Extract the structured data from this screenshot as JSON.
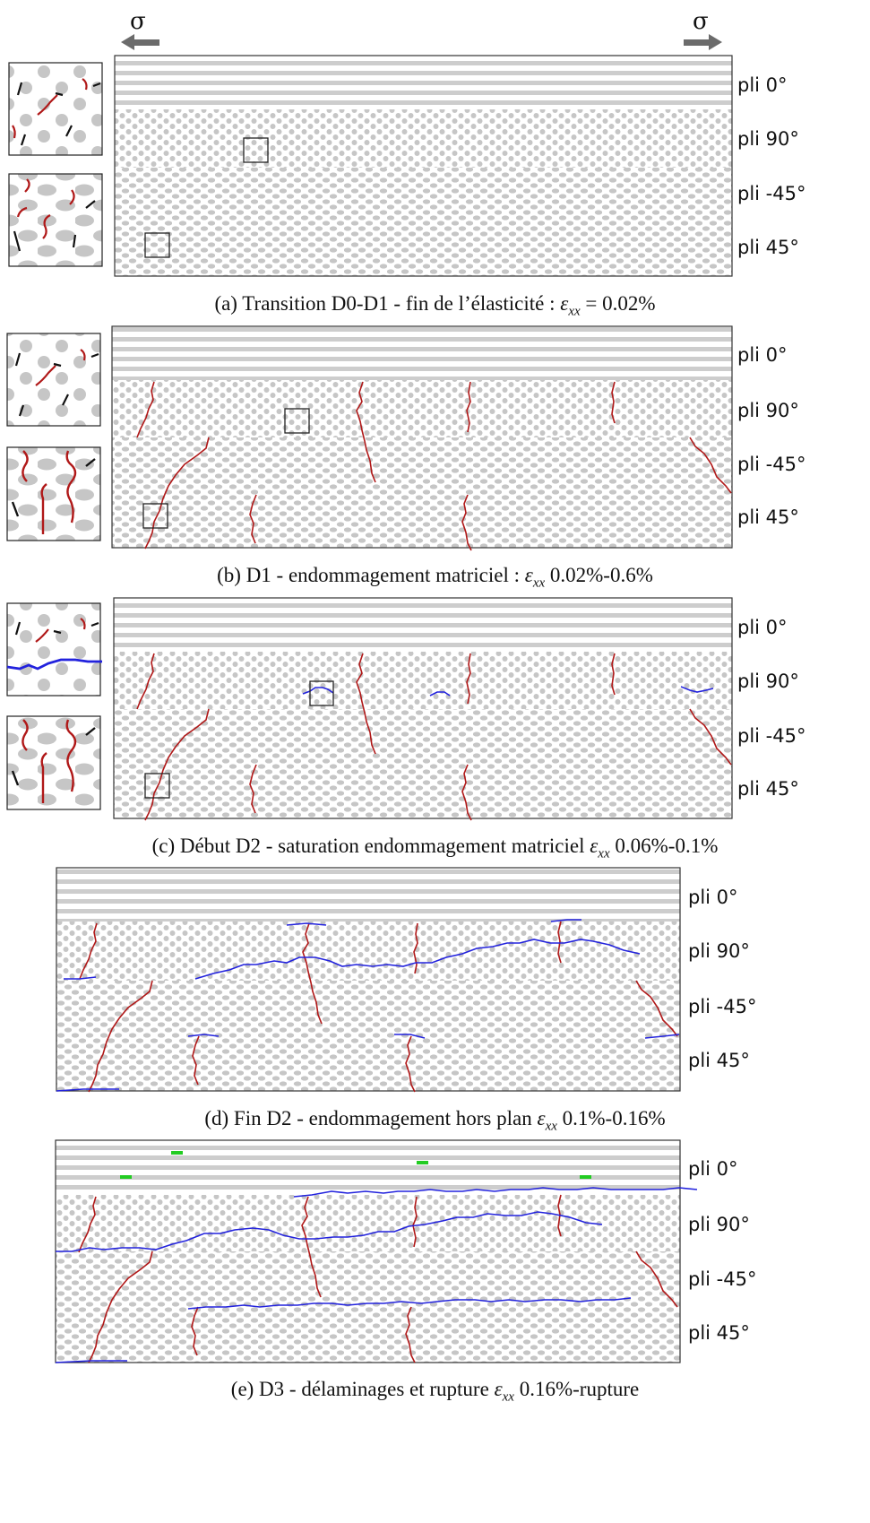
{
  "stress_symbol": "σ",
  "ply_labels": [
    "pli 0°",
    "pli 90°",
    "pli -45°",
    "pli 45°"
  ],
  "strain_symbol": "ε",
  "strain_subscript": "xx",
  "panels": [
    {
      "id": "a",
      "caption_prefix": "(a) Transition D0-D1 - fin de l’élasticité : ",
      "caption_suffix": " = 0.02%"
    },
    {
      "id": "b",
      "caption_prefix": "(b) D1 - endommagement matriciel : ",
      "caption_suffix": " 0.02%-0.6%"
    },
    {
      "id": "c",
      "caption_prefix": "(c) Début D2 - saturation endommagement matriciel ",
      "caption_suffix": " 0.06%-0.1%"
    },
    {
      "id": "d",
      "caption_prefix": "(d) Fin D2 - endommagement hors plan ",
      "caption_suffix": " 0.1%-0.16%"
    },
    {
      "id": "e",
      "caption_prefix": "(e) D3 - délaminages et rupture ",
      "caption_suffix": " 0.16%-rupture"
    }
  ],
  "colors": {
    "fiber": "#c6c6c6",
    "ply0_stripe": "#cdcdcd",
    "transverse_crack": "#b01818",
    "delamination": "#2222dd",
    "fiber_break": "#22cc22",
    "frame": "#333333",
    "arrow": "#6b6b6b"
  }
}
